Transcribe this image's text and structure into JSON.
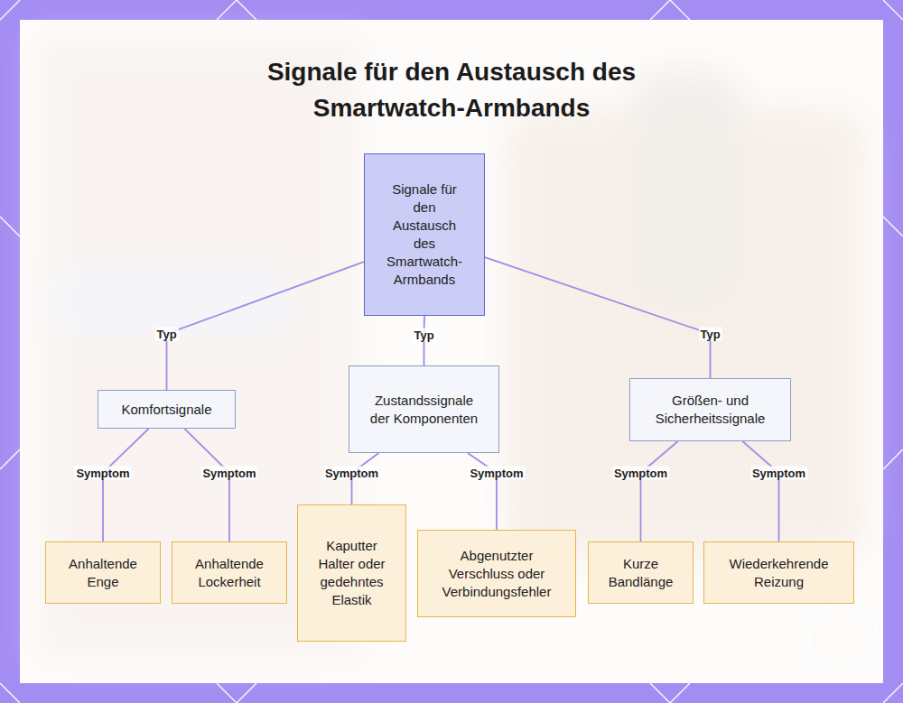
{
  "diagram": {
    "title": "Signale für den Austausch des Smartwatch-Armbands",
    "nodes": [
      {
        "text": [
          "Signale für den Austausch des Smartwatch-Armbands"
        ]
      },
      {
        "text": [
          "Komfortsignale"
        ]
      },
      {
        "text": [
          "Zustandssignale der Komponenten"
        ]
      },
      {
        "text": [
          "Größen- und Sicherheitssignale"
        ]
      },
      {
        "text": [
          "Anhaltende Enge"
        ]
      },
      {
        "text": [
          "Anhaltende Lockerheit"
        ]
      },
      {
        "text": [
          "Kaputter Halter oder gedehntes Elastik"
        ]
      },
      {
        "text": [
          "Abgenutzter Verschluss oder Verbindungsfehler"
        ]
      },
      {
        "text": [
          "Kurze Bandlänge"
        ]
      },
      {
        "text": [
          "Wiederkehrende Reizung"
        ]
      }
    ],
    "edges": [
      {
        "from": 0,
        "to": 1,
        "label": "Typ",
        "arrow": "none"
      },
      {
        "from": 0,
        "to": 2,
        "label": "Typ",
        "arrow": "none"
      },
      {
        "from": 0,
        "to": 3,
        "label": "Typ",
        "arrow": "none"
      },
      {
        "from": 1,
        "to": 4,
        "label": "Symptom",
        "arrow": "none"
      },
      {
        "from": 1,
        "to": 5,
        "label": "Symptom",
        "arrow": "none"
      },
      {
        "from": 2,
        "to": 6,
        "label": "Symptom",
        "arrow": "none"
      },
      {
        "from": 2,
        "to": 7,
        "label": "Symptom",
        "arrow": "none"
      },
      {
        "from": 3,
        "to": 8,
        "label": "Symptom",
        "arrow": "none"
      },
      {
        "from": 3,
        "to": 9,
        "label": "Symptom",
        "arrow": "none"
      }
    ]
  }
}
